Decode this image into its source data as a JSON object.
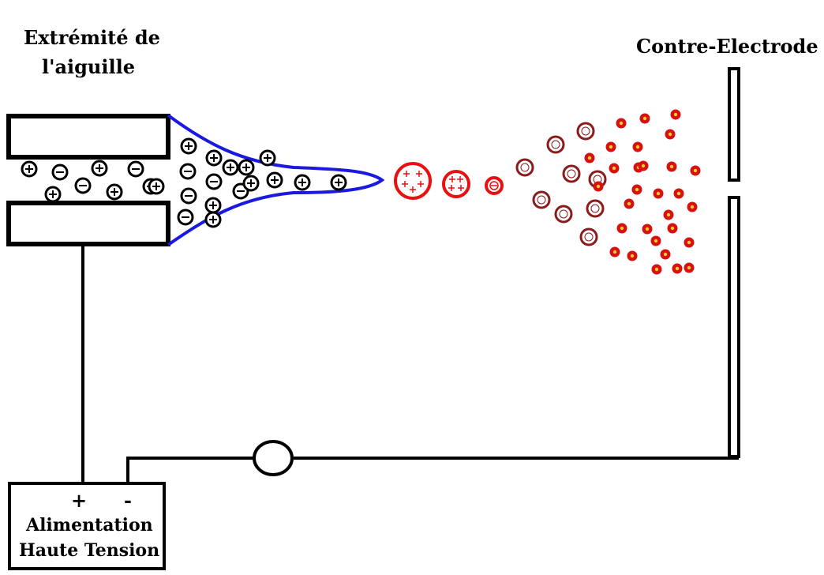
{
  "labels": {
    "needle_tip_line1": "Extrémité de",
    "needle_tip_line2": "l'aiguille",
    "counter_electrode": "Contre-Electrode",
    "power_plus": "+",
    "power_minus": "-",
    "power_line1": "Alimentation",
    "power_line2": "Haute Tension"
  },
  "colors": {
    "wire": "#000000",
    "meniscus": "#1a1adf",
    "droplet": "#e81010",
    "cluster": "#8b1a1a",
    "ion": "#d81010",
    "ion_core": "#f5d020"
  },
  "symbols": {
    "positive": "+",
    "negative": "-"
  },
  "particles": {
    "capillary_ions": [
      "+",
      "-",
      "+",
      "-",
      "+",
      "-",
      "+",
      "+",
      "+"
    ],
    "cone_ions": [
      "+",
      "+",
      "-",
      "-",
      "+",
      "-",
      "+",
      "-",
      "+",
      "+",
      "-",
      "+",
      "+",
      "+",
      "+",
      "+"
    ],
    "large_droplets": [
      [
        "+",
        "+",
        "+",
        "+",
        "+"
      ],
      [
        "+",
        "+",
        "+",
        "+"
      ],
      [
        "-"
      ]
    ],
    "cluster_droplet_count": 9,
    "gas_phase_ion_count": 30
  }
}
